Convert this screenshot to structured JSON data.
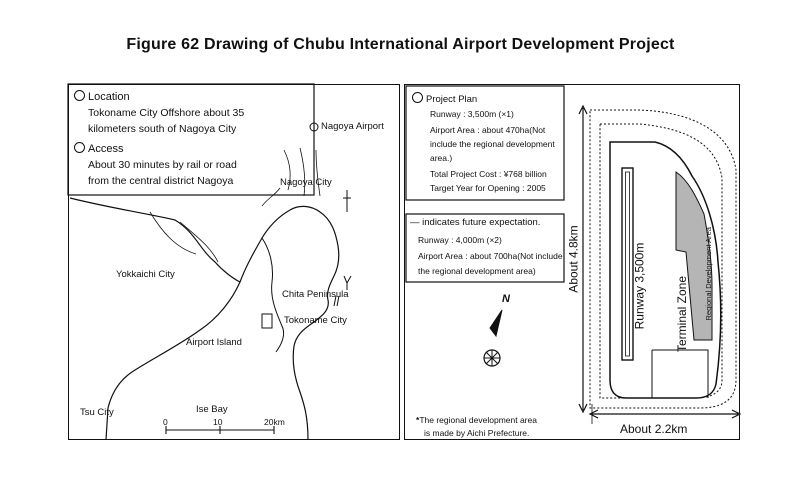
{
  "title": "Figure 62 Drawing of Chubu International Airport Development Project",
  "left_panel": {
    "location_heading": "Location",
    "location_line1": "Tokoname City Offshore about 35",
    "location_line2": "kilometers south of Nagoya City",
    "access_heading": "Access",
    "access_line1": "About 30 minutes by rail or road",
    "access_line2": "from the central district Nagoya",
    "nagoya_airport": "Nagoya Airport",
    "nagoya_city": "Nagoya City",
    "yokkaichi_city": "Yokkaichi City",
    "chita_peninsula": "Chita Peninsula",
    "tokoname_city": "Tokoname City",
    "airport_island": "Airport Island",
    "tsu_city": "Tsu City",
    "ise_bay": "Ise Bay",
    "scale": {
      "tick0": "0",
      "tick1": "10",
      "tick2": "20km"
    }
  },
  "right_panel": {
    "project_plan_heading": "Project Plan",
    "plan_runway": "Runway : 3,500m (×1)",
    "plan_area1": "Airport Area : about 470ha(Not",
    "plan_area2": "include the regional development",
    "plan_area3": "area.)",
    "plan_cost": "Total Project Cost : ¥768 billion",
    "plan_target": "Target Year for Opening : 2005",
    "future_heading": "— indicates future expectation.",
    "future_runway": "Runway : 4,000m (×2)",
    "future_area1": "Airport Area : about 700ha(Not include",
    "future_area2": "the regional development area)",
    "north": "N",
    "footnote1": "The regional development area",
    "footnote2": "is made by Aichi Prefecture.",
    "about_length": "About 4.8km",
    "about_width": "About 2.2km",
    "runway_label": "Runway 3,500m",
    "terminal_zone": "Terminal Zone",
    "regional_area": "Regional Development Area",
    "asterisk": "*"
  }
}
